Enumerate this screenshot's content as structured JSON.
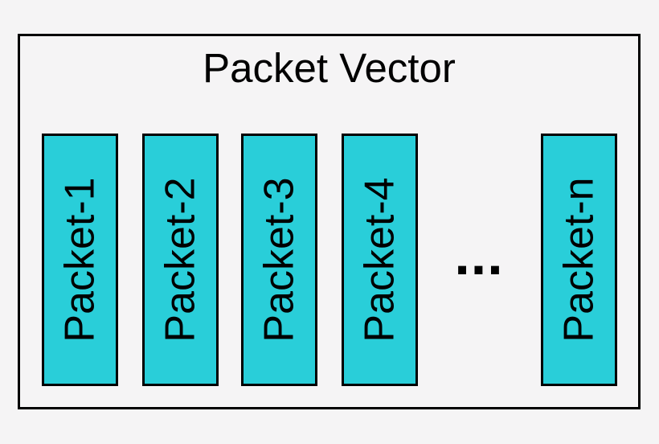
{
  "diagram": {
    "title": "Packet Vector",
    "packets": [
      {
        "label": "Packet-1"
      },
      {
        "label": "Packet-2"
      },
      {
        "label": "Packet-3"
      },
      {
        "label": "Packet-4"
      },
      {
        "label": "Packet-n"
      }
    ],
    "ellipsis": "...",
    "colors": {
      "background": "#f5f4f5",
      "frame_border": "#000000",
      "box_fill": "#29ced9",
      "box_border": "#000000",
      "text": "#000000"
    }
  }
}
